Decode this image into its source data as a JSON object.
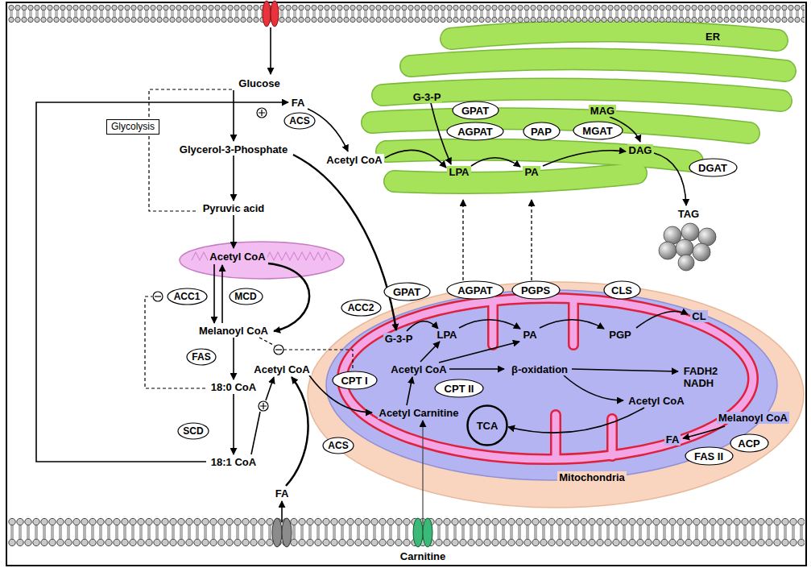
{
  "diagram": {
    "nodes": [
      {
        "text": [
          "ER"
        ]
      },
      {
        "text": [
          "GPAT"
        ],
        "in": 0
      },
      {
        "text": [
          "AGPAT"
        ],
        "in": 0
      },
      {
        "text": [
          "PAP"
        ],
        "in": 0
      },
      {
        "text": [
          "MGAT"
        ],
        "in": 0
      },
      {
        "text": [
          "DGAT"
        ],
        "in": 0
      },
      {
        "text": [
          "ACS"
        ]
      },
      {
        "text": [
          "Glycolysis"
        ]
      },
      {
        "text": [
          "Acetyl CoA"
        ]
      },
      {
        "text": [
          "ACC1"
        ]
      },
      {
        "text": [
          "MCD"
        ]
      },
      {
        "text": [
          "ACC2"
        ]
      },
      {
        "text": [
          "FAS"
        ]
      },
      {
        "text": [
          "SCD"
        ]
      },
      {
        "text": [
          "Mitochondria"
        ]
      },
      {
        "text": [
          "GPAT"
        ],
        "in": 14
      },
      {
        "text": [
          "AGPAT"
        ],
        "in": 14
      },
      {
        "text": [
          "PGPS"
        ],
        "in": 14
      },
      {
        "text": [
          "CLS"
        ],
        "in": 14
      },
      {
        "text": [
          "CPT I"
        ],
        "in": 14
      },
      {
        "text": [
          "CPT II"
        ],
        "in": 14
      },
      {
        "text": [
          "TCA"
        ],
        "in": 14
      },
      {
        "text": [
          "ACP"
        ],
        "in": 14
      },
      {
        "text": [
          "FAS II"
        ],
        "in": 14
      },
      {
        "text": [
          "ACS"
        ]
      }
    ],
    "edges": [
      {
        "from": 14,
        "to": 0,
        "arrow": "to"
      },
      {
        "from": 14,
        "to": 0,
        "arrow": "to"
      }
    ],
    "labels": [
      "Glucose",
      "FA",
      "Glycerol-3-Phosphate",
      "Acetyl CoA",
      "G-3-P",
      "MAG",
      "LPA",
      "PA",
      "DAG",
      "TAG",
      "Pyruvic acid",
      "Melanoyl CoA",
      "18:0 CoA",
      "Acetyl CoA",
      "18:1 CoA",
      "G-3-P",
      "LPA",
      "PA",
      "PGP",
      "CL",
      "Acetyl CoA",
      "β-oxidation",
      "FADH2 NADH",
      "Acetyl Carnitine",
      "Acetyl CoA",
      "Melanoyl CoA",
      "FA",
      "FA",
      "Carnitine"
    ]
  }
}
